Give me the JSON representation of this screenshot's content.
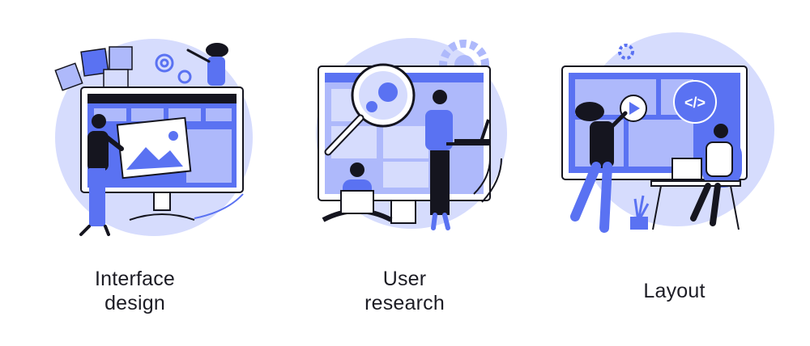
{
  "panels": [
    {
      "id": "interface-design",
      "caption_lines": [
        "Interface",
        "design"
      ]
    },
    {
      "id": "user-research",
      "caption_lines": [
        "User",
        "research"
      ]
    },
    {
      "id": "layout",
      "caption_lines": [
        "Layout"
      ]
    }
  ],
  "icons": {
    "code_symbol": "</>"
  },
  "colors": {
    "accent_blue": "#5a72f2",
    "light_blue": "#aeb9fb",
    "pale_blue": "#d6dcfd",
    "ink": "#15151f",
    "white": "#ffffff"
  }
}
